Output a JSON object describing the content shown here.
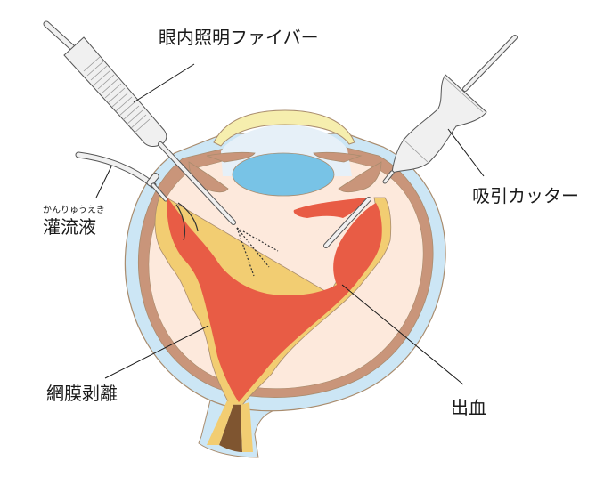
{
  "diagram": {
    "type": "medical-illustration",
    "subject": "vitrectomy for retinal detachment with hemorrhage",
    "labels": {
      "endoillumination_fiber": "眼内照明ファイバー",
      "suction_cutter": "吸引カッター",
      "irrigation_fluid": "灌流液",
      "irrigation_fluid_ruby": "かんりゅうえき",
      "retinal_detachment": "網膜剥離",
      "hemorrhage": "出血"
    },
    "colors": {
      "sclera": "#cce6f5",
      "sclera_outline": "#a98c6e",
      "choroid": "#c9957a",
      "cornea": "#f6eeae",
      "anterior_chamber": "#e6f0f8",
      "lens": "#78c3e6",
      "vitreous": "#fde9dc",
      "hemorrhage": "#e85c45",
      "retina": "#f2cd72",
      "optic_nerve": "#7f5530",
      "instrument_fill": "#f0f0f0",
      "instrument_stroke": "#555555",
      "leader_line": "#1a1a1a"
    }
  }
}
